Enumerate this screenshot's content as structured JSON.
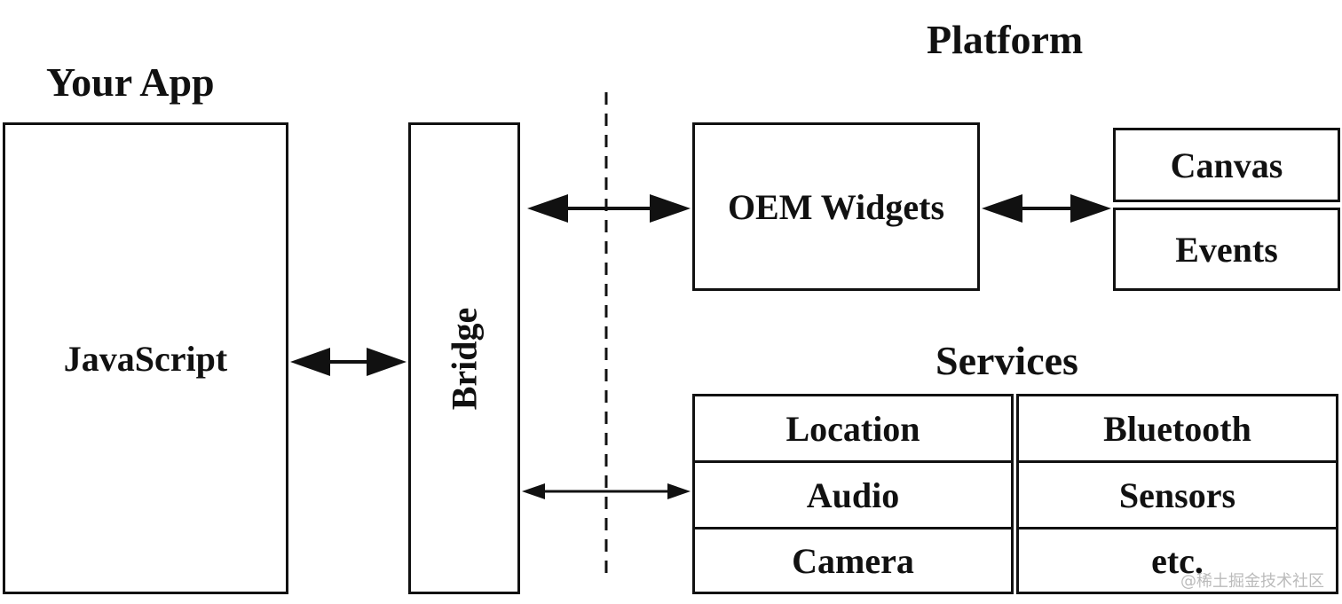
{
  "headings": {
    "your_app": "Your App",
    "platform": "Platform",
    "services": "Services"
  },
  "boxes": {
    "javascript": "JavaScript",
    "bridge": "Bridge",
    "oem_widgets": "OEM Widgets",
    "canvas": "Canvas",
    "events": "Events"
  },
  "services": {
    "location": "Location",
    "bluetooth": "Bluetooth",
    "audio": "Audio",
    "sensors": "Sensors",
    "camera": "Camera",
    "etc": "etc."
  },
  "watermark": "@稀土掘金技术社区",
  "colors": {
    "stroke": "#111111",
    "background": "#ffffff",
    "watermark": "#bbbbbb"
  }
}
